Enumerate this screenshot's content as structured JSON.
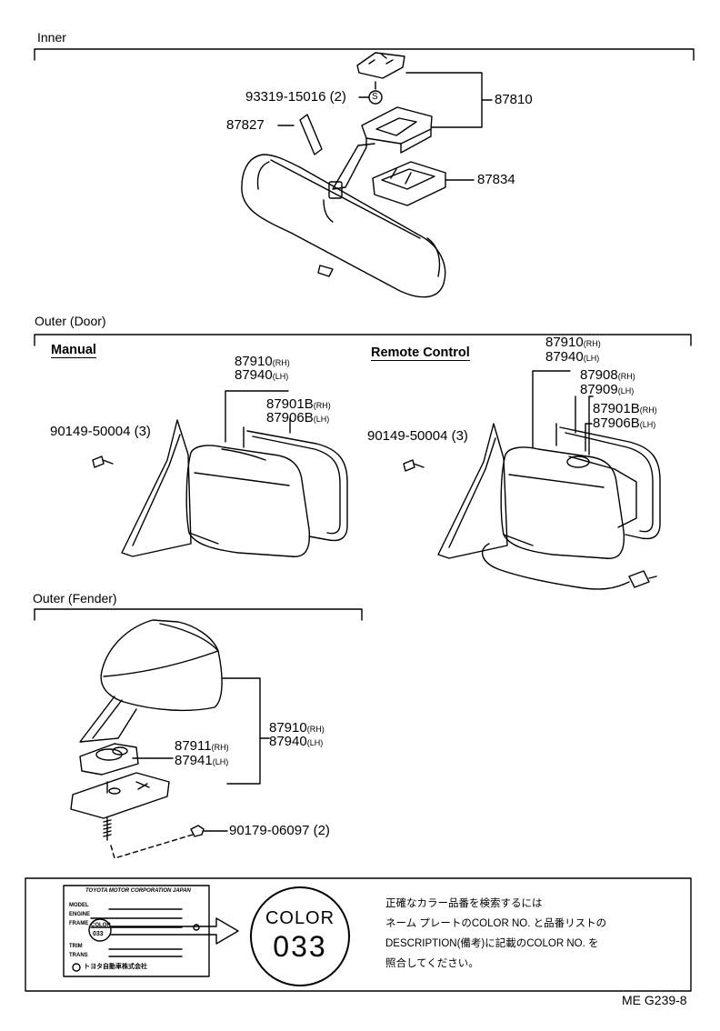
{
  "sections": {
    "inner": "Inner",
    "outer_door": "Outer (Door)",
    "outer_fender": "Outer (Fender)"
  },
  "subsections": {
    "manual": "Manual",
    "remote": "Remote Control"
  },
  "inner_parts": {
    "screw": "93319-15016 (2)",
    "screw_symbol": "S",
    "assembly": "87810",
    "pin": "87827",
    "cover": "87834"
  },
  "manual_parts": {
    "mirror_rh": "87910",
    "mirror_rh_suffix": "(RH)",
    "mirror_lh": "87940",
    "mirror_lh_suffix": "(LH)",
    "glass_rh": "87901B",
    "glass_rh_suffix": "(RH)",
    "glass_lh": "87906B",
    "glass_lh_suffix": "(LH)",
    "screw": "90149-50004 (3)"
  },
  "remote_parts": {
    "mirror_rh": "87910",
    "mirror_rh_suffix": "(RH)",
    "mirror_lh": "87940",
    "mirror_lh_suffix": "(LH)",
    "motor_rh": "87908",
    "motor_rh_suffix": "(RH)",
    "motor_lh": "87909",
    "motor_lh_suffix": "(LH)",
    "glass_rh": "87901B",
    "glass_rh_suffix": "(RH)",
    "glass_lh": "87906B",
    "glass_lh_suffix": "(LH)",
    "screw": "90149-50004 (3)"
  },
  "fender_parts": {
    "mirror_rh": "87910",
    "mirror_rh_suffix": "(RH)",
    "mirror_lh": "87940",
    "mirror_lh_suffix": "(LH)",
    "base_rh": "87911",
    "base_rh_suffix": "(RH)",
    "base_lh": "87941",
    "base_lh_suffix": "(LH)",
    "nut": "90179-06097 (2)"
  },
  "nameplate": {
    "company": "TOYOTA MOTOR CORPORATION JAPAN",
    "model": "MODEL",
    "engine": "ENGINE",
    "frame": "FRAME",
    "color_label": "COLOR",
    "color_value": "033",
    "trim": "TRIM",
    "trans": "TRANS",
    "maker": "トヨタ自動車株式会社"
  },
  "color_badge": {
    "label": "COLOR",
    "value": "033"
  },
  "note": {
    "line1": "正確なカラー品番を検索するには",
    "line2": "ネーム プレートのCOLOR NO. と品番リストの",
    "line3": "DESCRIPTION(備考)に記載のCOLOR NO. を",
    "line4": "照合してください。"
  },
  "page_code": "ME G239-8"
}
